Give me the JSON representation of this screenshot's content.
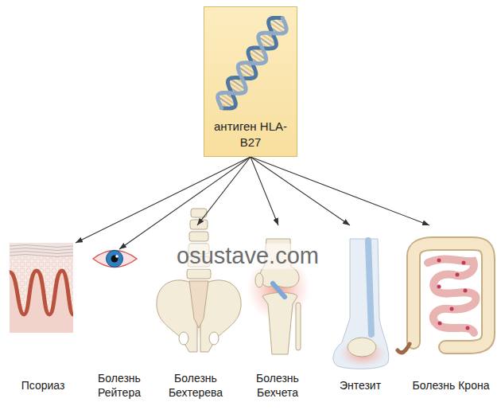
{
  "diagram": {
    "nodes": [
      {
        "text": [
          "антиген HLA-B27"
        ]
      },
      {
        "text": [
          "Псориаз"
        ]
      },
      {
        "text": [
          "Болезнь Рейтера"
        ]
      },
      {
        "text": [
          "Болезнь Бехтерева"
        ]
      },
      {
        "text": [
          "Болезнь Бехчета"
        ]
      },
      {
        "text": [
          "Энтезит"
        ]
      },
      {
        "text": [
          "Болезнь Крона"
        ]
      }
    ],
    "edges": [
      {
        "from": 0,
        "to": 1,
        "arrow": "to"
      },
      {
        "from": 0,
        "to": 2,
        "arrow": "to"
      },
      {
        "from": 0,
        "to": 3,
        "arrow": "to"
      },
      {
        "from": 0,
        "to": 4,
        "arrow": "to"
      },
      {
        "from": 0,
        "to": 5,
        "arrow": "to"
      },
      {
        "from": 0,
        "to": 6,
        "arrow": "to"
      }
    ],
    "labels": [
      "osustave.com"
    ]
  }
}
